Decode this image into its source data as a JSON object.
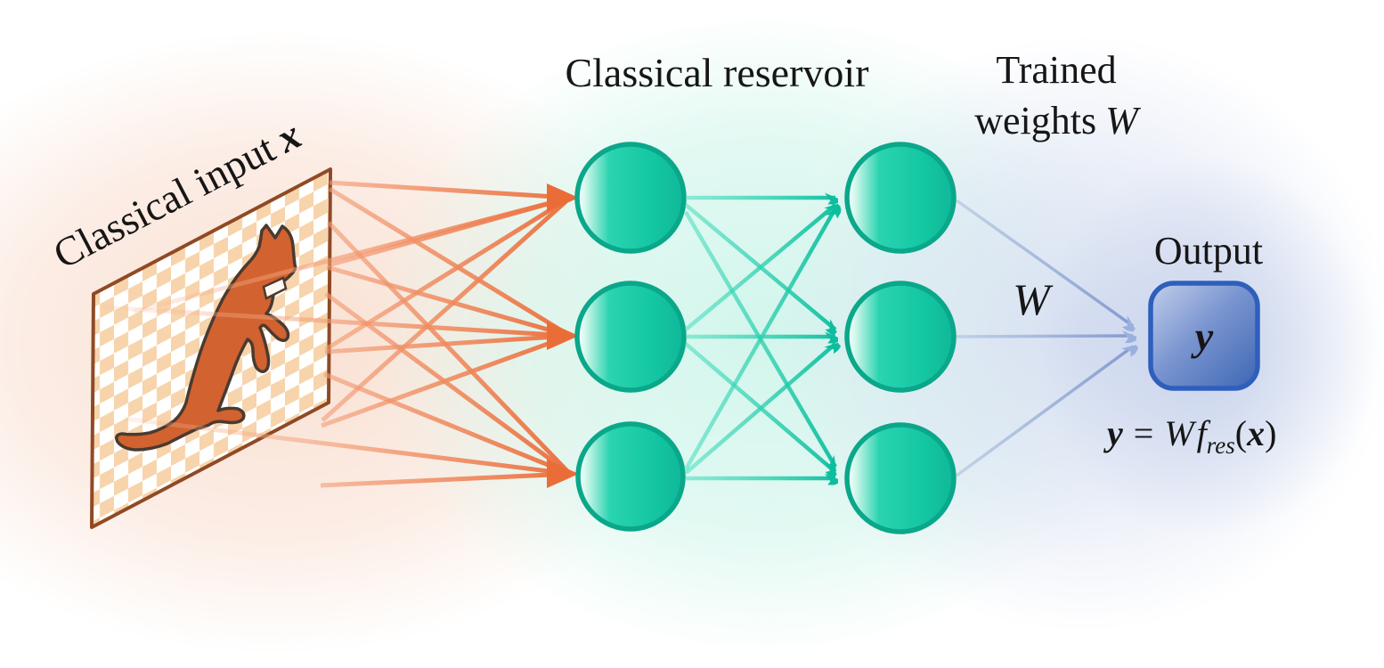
{
  "labels": {
    "classical_input": "Classical input",
    "classical_input_var": "x",
    "classical_reservoir": "Classical reservoir",
    "trained_weights_line1": "Trained",
    "trained_weights_line2": "weights",
    "trained_weights_var": "W",
    "weight_arrow_label": "W",
    "output": "Output"
  },
  "output_box": {
    "value": "y"
  },
  "formula": {
    "lhs": "y",
    "equals": "=",
    "weight": "W",
    "function": "f",
    "subscript": "res",
    "open_paren": "(",
    "arg": "x",
    "close_paren": ")"
  },
  "network": {
    "input_type": "cat-image-on-checkered-plane",
    "reservoir_layer1_nodes": 3,
    "reservoir_layer2_nodes": 3,
    "output_nodes": 1
  },
  "colors": {
    "input_accent": "#E8713E",
    "checker_tile": "#F7D4AB",
    "plane_border": "#8F4A25",
    "cat_fill": "#D2622F",
    "reservoir_node": "#14C7A3",
    "reservoir_stroke": "#0AA78A",
    "teal_arrow": "#0EC0A0",
    "output_box_border": "#2F5FBC",
    "blue_arrow": "#8CA5D9",
    "glow_left": "#F9DECF",
    "glow_center": "#D8F7EE",
    "glow_right": "#DCE3F3"
  }
}
